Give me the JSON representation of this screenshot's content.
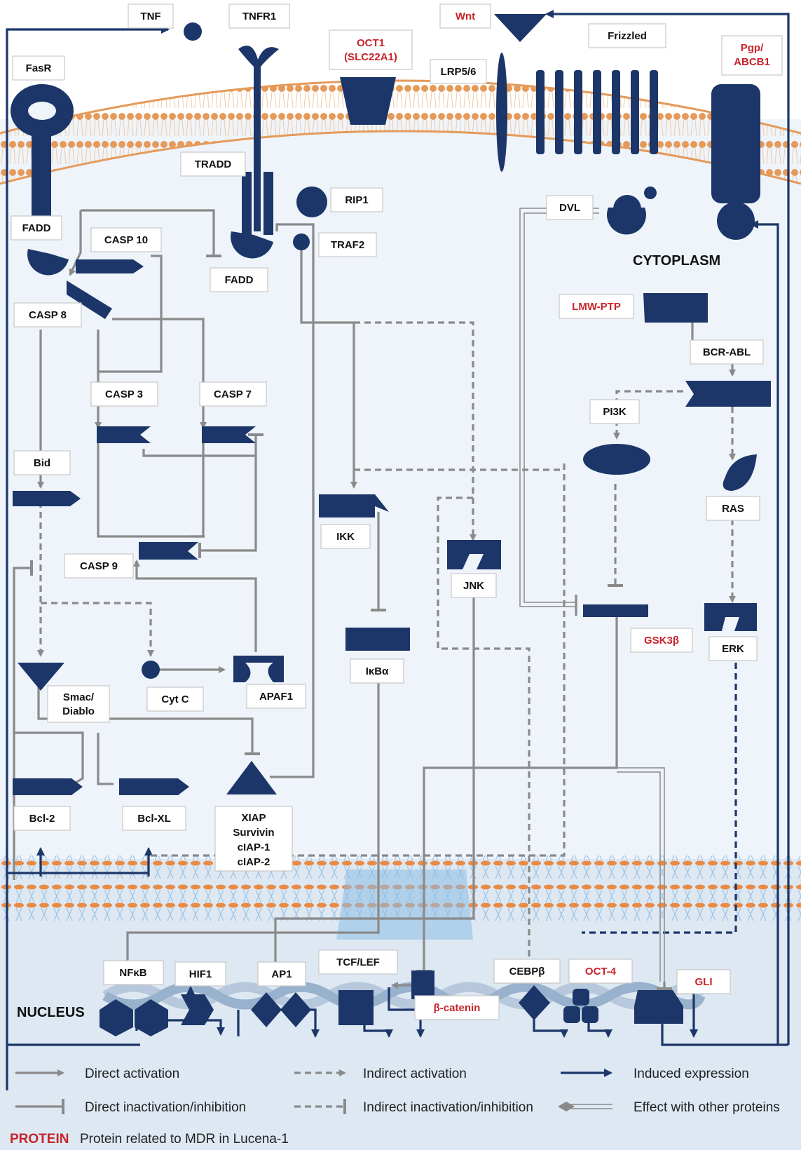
{
  "regions": {
    "cytoplasm": "CYTOPLASM",
    "nucleus": "NUCLEUS"
  },
  "labels": {
    "tnf": "TNF",
    "tnfr1": "TNFR1",
    "wnt": "Wnt",
    "oct1_a": "OCT1",
    "oct1_b": "(SLC22A1)",
    "fasr": "FasR",
    "lrp56": "LRP5/6",
    "frizzled": "Frizzled",
    "pgp_a": "Pgp/",
    "pgp_b": "ABCB1",
    "tradd": "TRADD",
    "rip1": "RIP1",
    "fadd1": "FADD",
    "fadd2": "FADD",
    "traf2": "TRAF2",
    "casp10": "CASP 10",
    "casp8": "CASP 8",
    "casp3": "CASP 3",
    "casp7": "CASP 7",
    "casp9": "CASP 9",
    "dvl": "DVL",
    "lmwptp": "LMW-PTP",
    "bcrabl": "BCR-ABL",
    "pi3k": "PI3K",
    "ras": "RAS",
    "erk": "ERK",
    "gsk3b": "GSK3β",
    "bid": "Bid",
    "ikk": "IKK",
    "jnk": "JNK",
    "ikba": "IκBα",
    "smac_a": "Smac/",
    "smac_b": "Diablo",
    "cytc": "Cyt C",
    "apaf1": "APAF1",
    "bcl2": "Bcl-2",
    "bclxl": "Bcl-XL",
    "iap_1": "XIAP",
    "iap_2": "Survivin",
    "iap_3": "cIAP-1",
    "iap_4": "cIAP-2",
    "nfkb": "NFκB",
    "hif1": "HIF1",
    "ap1": "AP1",
    "tcflef": "TCF/LEF",
    "cebpb": "CEBPβ",
    "oct4": "OCT-4",
    "gli": "GLI",
    "bcatenin": "β-catenin"
  },
  "legend": {
    "direct_activation": "Direct activation",
    "indirect_activation": "Indirect activation",
    "induced_expression": "Induced expression",
    "direct_inhibition": "Direct inactivation/inhibition",
    "indirect_inhibition": "Indirect inactivation/inhibition",
    "effect_other": "Effect with other proteins",
    "protein_word": "PROTEIN",
    "protein_note": "Protein related to MDR in Lucena-1"
  },
  "colors": {
    "protein": "#1c3669",
    "mdr_text": "#c8242b",
    "line_gray": "#8a8a8a",
    "membrane": "#e59a5a",
    "cytoplasm_bg": "#eef4fa",
    "nucleus_bg": "#dde8f2",
    "dna": "#b7c8dc"
  }
}
